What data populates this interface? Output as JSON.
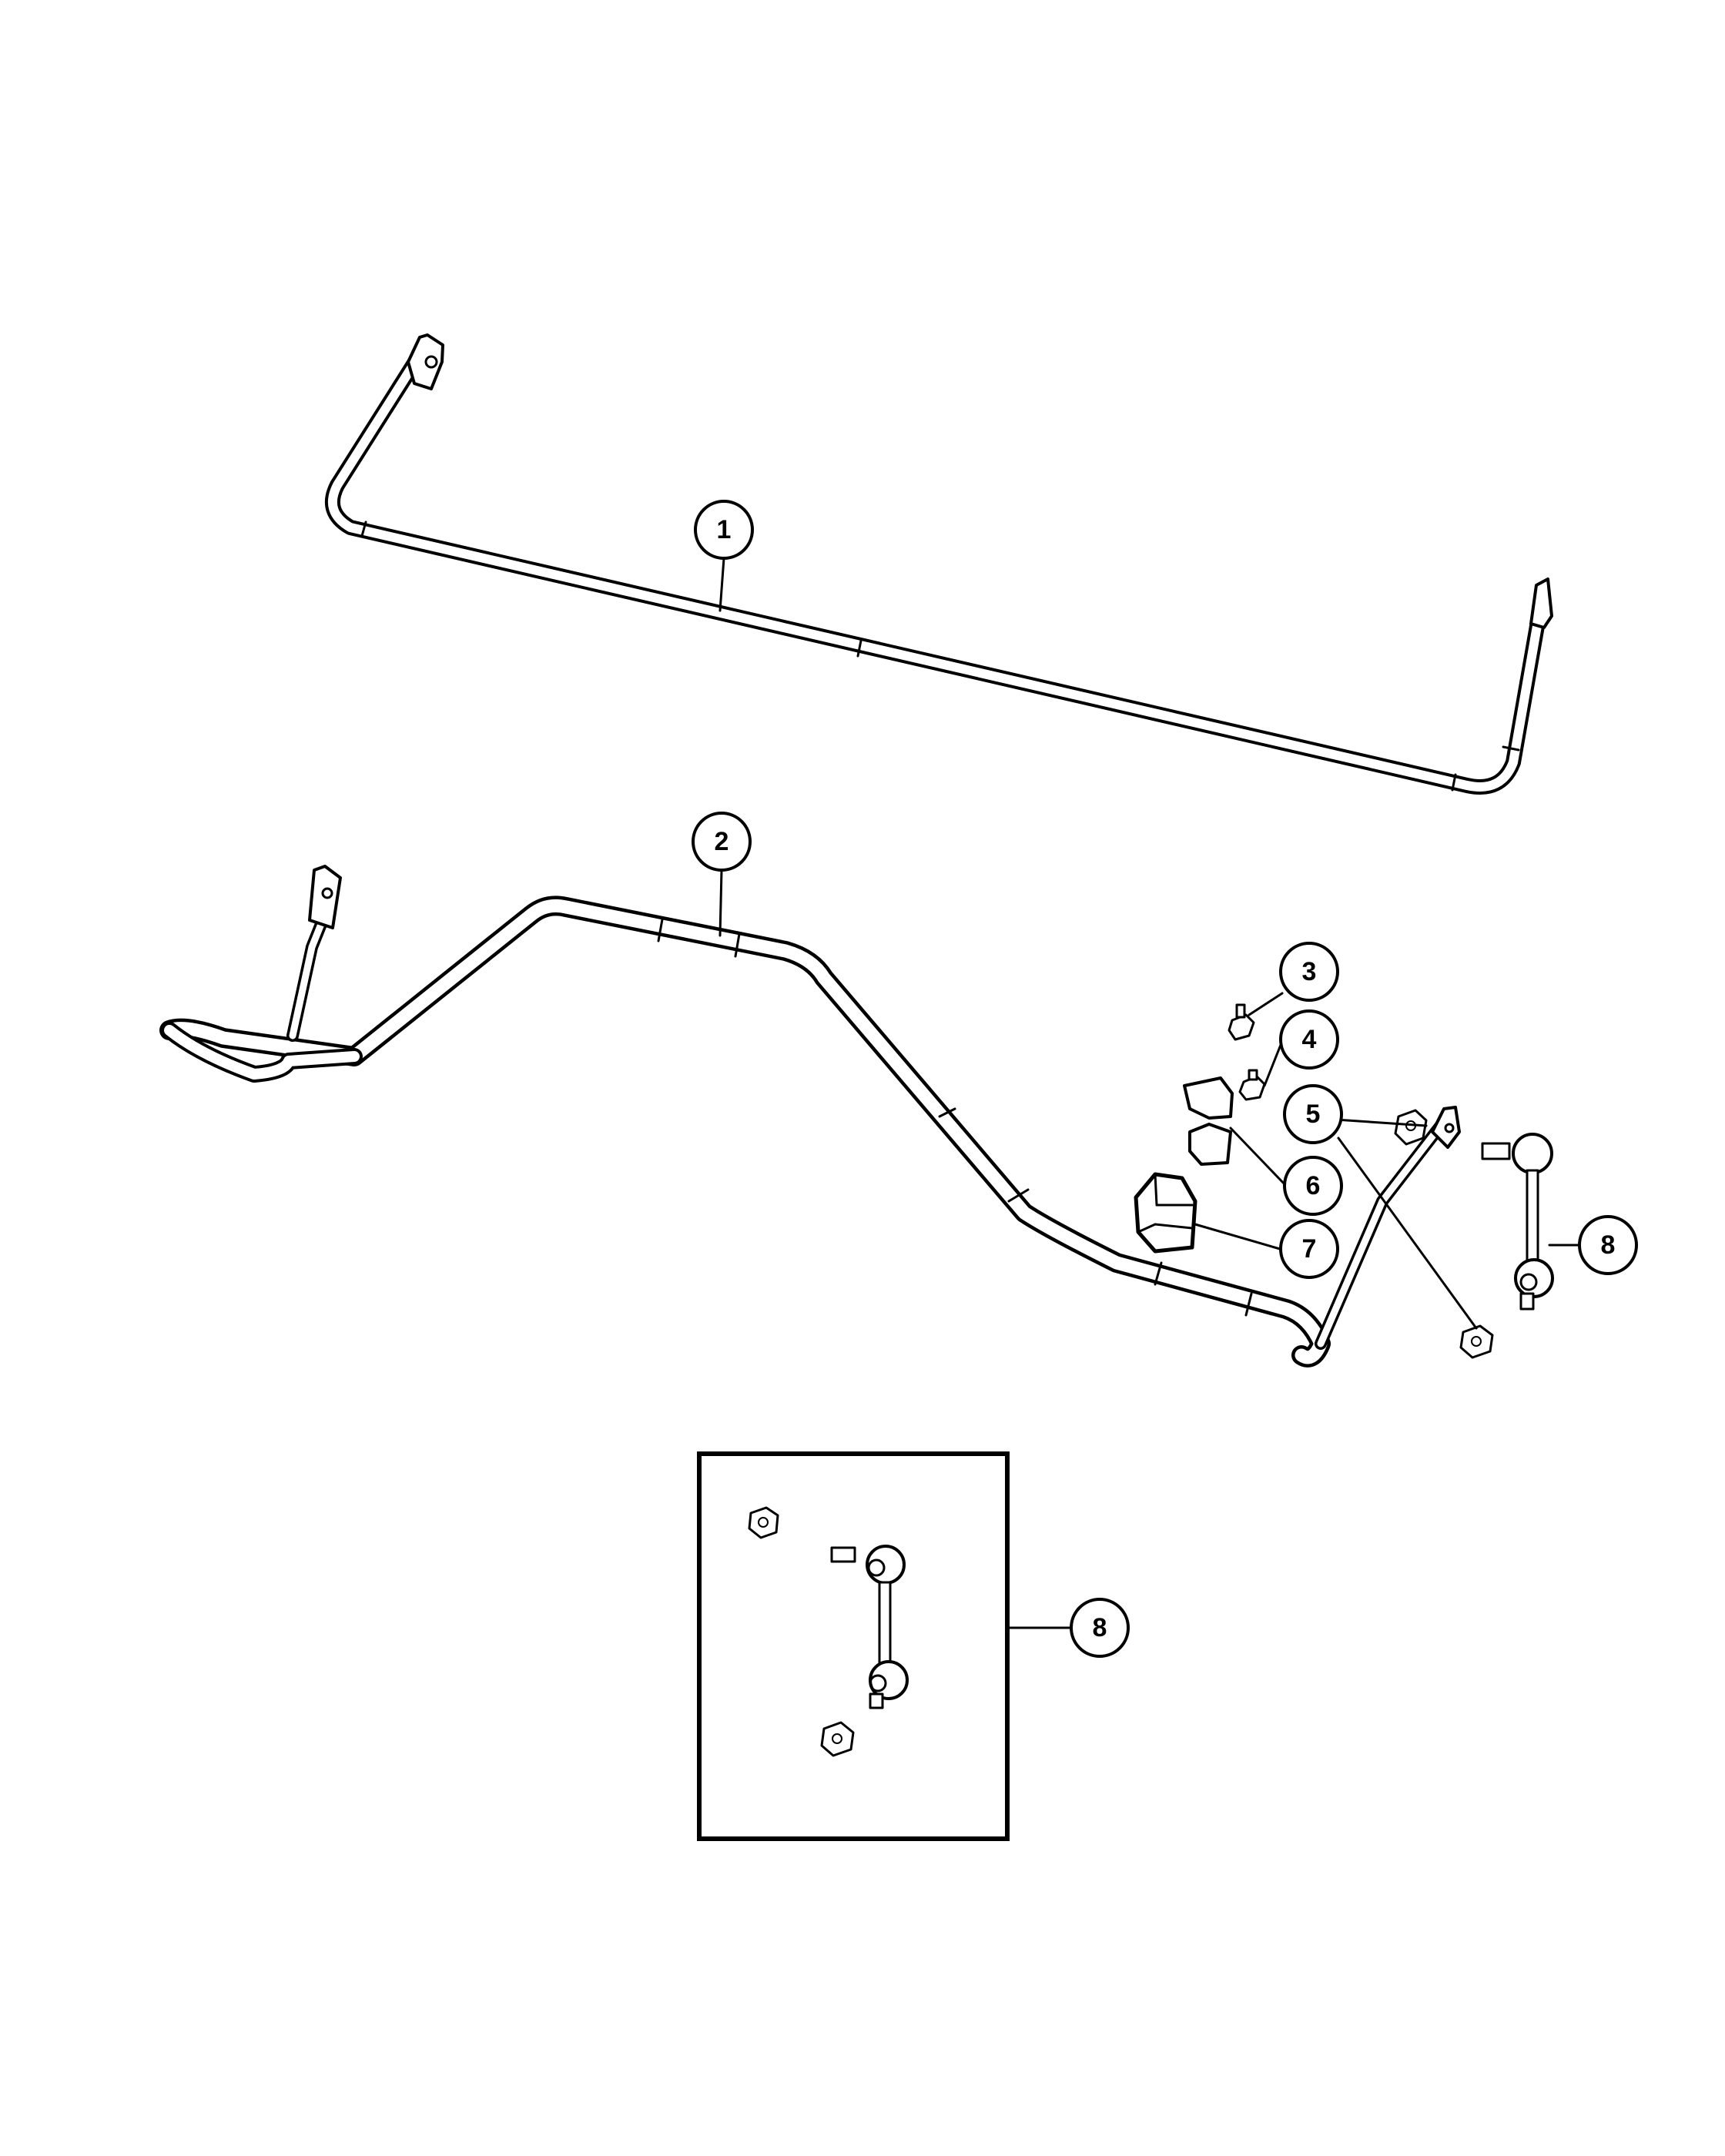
{
  "callouts": [
    {
      "id": "c1",
      "label": "1"
    },
    {
      "id": "c2",
      "label": "2"
    },
    {
      "id": "c3",
      "label": "3"
    },
    {
      "id": "c4",
      "label": "4"
    },
    {
      "id": "c5",
      "label": "5"
    },
    {
      "id": "c6",
      "label": "6"
    },
    {
      "id": "c7",
      "label": "7"
    },
    {
      "id": "c8",
      "label": "8"
    },
    {
      "id": "c8-inset",
      "label": "8"
    }
  ]
}
